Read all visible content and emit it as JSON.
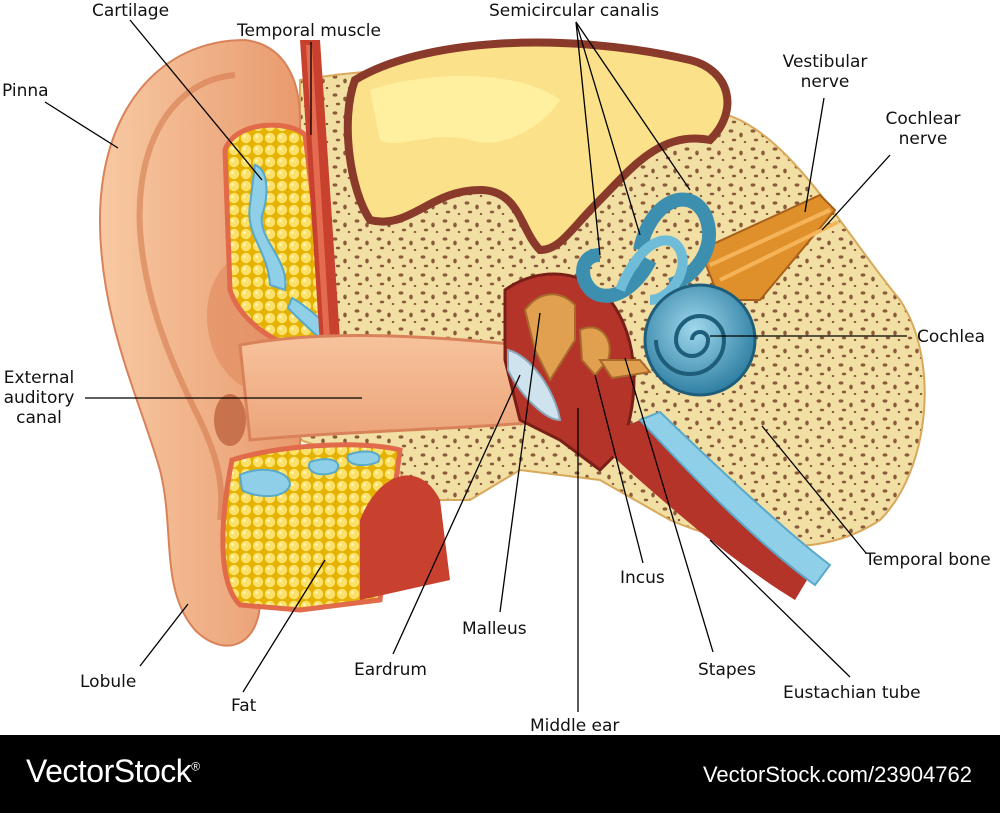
{
  "labels": {
    "cartilage": "Cartilage",
    "temporal_muscle": "Temporal muscle",
    "semicircular_canals": "Semicircular canalis",
    "pinna": "Pinna",
    "vestibular_nerve": "Vestibular nerve",
    "cochlear_nerve": "Cochlear nerve",
    "cochlea": "Cochlea",
    "external_auditory_canal": "External auditory canal",
    "temporal_bone": "Temporal bone",
    "incus": "Incus",
    "malleus": "Malleus",
    "eardrum": "Eardrum",
    "stapes": "Stapes",
    "eustachian_tube": "Eustachian tube",
    "lobule": "Lobule",
    "fat": "Fat",
    "middle_ear": "Middle ear"
  },
  "footer": {
    "brand": "VectorStock",
    "registered": "®",
    "url": "VectorStock.com/23904762"
  },
  "colors": {
    "skin": "#f2b48a",
    "skin_dark": "#d9825a",
    "bone": "#f1dfa4",
    "fat": "#f7d23a",
    "cartilage": "#8fd0e8",
    "muscle": "#c8402e",
    "inner_ear": "#3d8fb0",
    "nerve": "#e0902a",
    "footer_bg": "#000000"
  }
}
